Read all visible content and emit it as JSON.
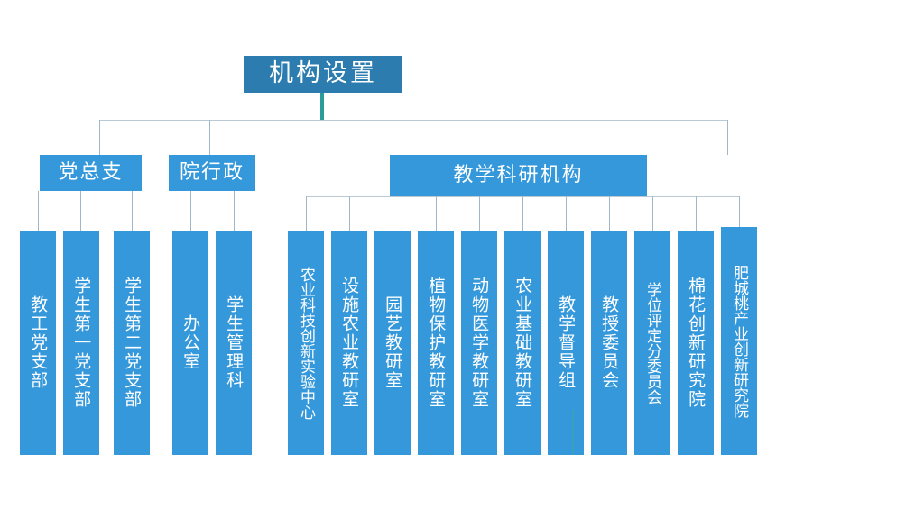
{
  "diagram": {
    "title": "机构设置",
    "palette": {
      "root_fill": "#2c7cb0",
      "node_fill": "#3598db",
      "connector": "#9fb7cb",
      "connector_light": "#b9c9d6",
      "trunk": "#2a9d9b",
      "text": "#ffffff",
      "background": "#ffffff"
    },
    "root": {
      "label": "机构设置"
    },
    "branches": [
      {
        "id": "party",
        "label": "党总支",
        "children": [
          {
            "label": "教工党支部"
          },
          {
            "label": "学生第一党支部"
          },
          {
            "label": "学生第二党支部"
          }
        ]
      },
      {
        "id": "admin",
        "label": "院行政",
        "children": [
          {
            "label": "办公室"
          },
          {
            "label": "学生管理科"
          }
        ]
      },
      {
        "id": "academic",
        "label": "教学科研机构",
        "children": [
          {
            "label": "农业科技创新实验中心"
          },
          {
            "label": "设施农业教研室"
          },
          {
            "label": "园艺教研室"
          },
          {
            "label": "植物保护教研室"
          },
          {
            "label": "动物医学教研室"
          },
          {
            "label": "农业基础教研室"
          },
          {
            "label": "教学督导组"
          },
          {
            "label": "教授委员会"
          },
          {
            "label": "学位评定分委员会"
          },
          {
            "label": "棉花创新研究院"
          },
          {
            "label": "肥城桃产业创新研究院"
          }
        ]
      }
    ]
  }
}
